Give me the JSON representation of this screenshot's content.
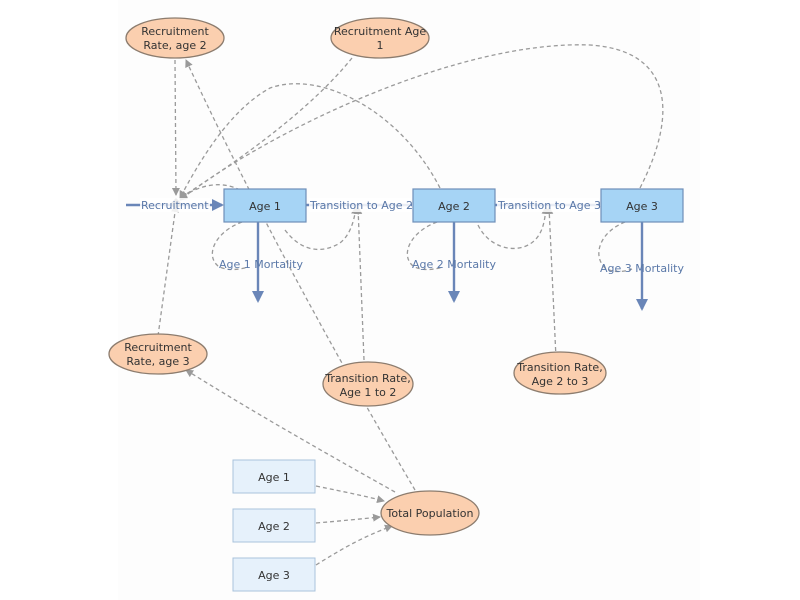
{
  "stocks": {
    "age1": "Age 1",
    "age2": "Age 2",
    "age3": "Age 3"
  },
  "flows": {
    "recruitment": "Recruitment",
    "transition12": "Transition to Age 2",
    "transition23": "Transition to Age 3",
    "mortality1": "Age 1 Mortality",
    "mortality2": "Age 2 Mortality",
    "mortality3": "Age 3 Mortality"
  },
  "variables": {
    "recruitment_rate_age2": [
      "Recruitment",
      "Rate, age 2"
    ],
    "recruitment_age1": [
      "Recruitment Age",
      "1"
    ],
    "recruitment_rate_age3": [
      "Recruitment",
      "Rate, age 3"
    ],
    "transition_rate_1_2": [
      "Transition Rate,",
      "Age 1 to 2"
    ],
    "transition_rate_2_3": [
      "Transition Rate,",
      "Age 2 to 3"
    ],
    "total_population": "Total Population"
  },
  "ghosts": {
    "age1": "Age 1",
    "age2": "Age 2",
    "age3": "Age 3"
  },
  "colors": {
    "stock_fill": "#a6d4f5",
    "variable_fill": "#fbcfaf",
    "flow": "#6a86b8",
    "link": "#9a9a9a"
  }
}
